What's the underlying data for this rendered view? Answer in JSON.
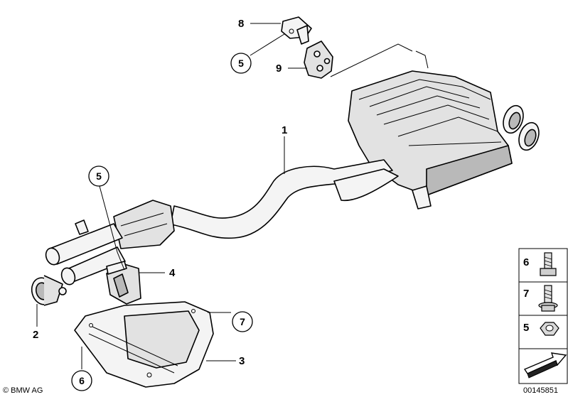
{
  "callouts": {
    "c1": "1",
    "c2": "2",
    "c3": "3",
    "c4": "4",
    "c5_top": "5",
    "c5_left": "5",
    "c6_bottom": "6",
    "c7_shield": "7",
    "c8": "8",
    "c9": "9"
  },
  "legend": {
    "item_6": "6",
    "item_7": "7",
    "item_5": "5"
  },
  "copyright": "© BMW AG",
  "diagram_number": "00145851"
}
